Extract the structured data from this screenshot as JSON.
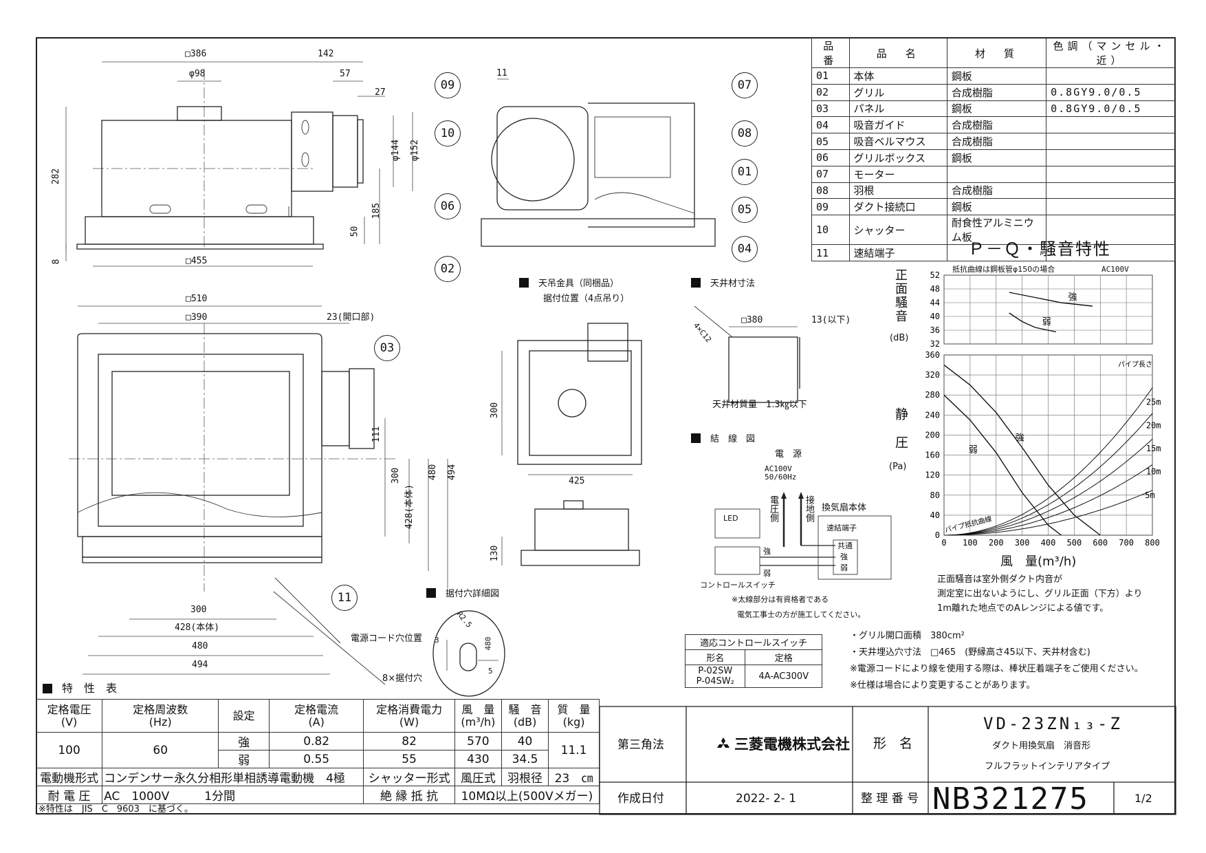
{
  "parts_table": {
    "headers": [
      "品番",
      "品　名",
      "材　質",
      "色調（マンセル・近）"
    ],
    "rows": [
      [
        "01",
        "本体",
        "鋼板",
        ""
      ],
      [
        "02",
        "グリル",
        "合成樹脂",
        "0.8GY9.0/0.5"
      ],
      [
        "03",
        "パネル",
        "鋼板",
        "0.8GY9.0/0.5"
      ],
      [
        "04",
        "吸音ガイド",
        "合成樹脂",
        ""
      ],
      [
        "05",
        "吸音ベルマウス",
        "合成樹脂",
        ""
      ],
      [
        "06",
        "グリルボックス",
        "鋼板",
        ""
      ],
      [
        "07",
        "モーター",
        "",
        ""
      ],
      [
        "08",
        "羽根",
        "合成樹脂",
        ""
      ],
      [
        "09",
        "ダクト接続口",
        "鋼板",
        ""
      ],
      [
        "10",
        "シャッター",
        "耐食性アルミニウム板",
        ""
      ],
      [
        "11",
        "速結端子",
        "",
        ""
      ]
    ]
  },
  "dims_front": {
    "d386": "□386",
    "d142": "142",
    "d98": "φ98",
    "d57": "57",
    "d27": "27",
    "d282": "282",
    "d144": "φ144",
    "d152": "φ152",
    "d185": "185",
    "d50": "50",
    "d8": "8",
    "d455": "□455"
  },
  "dims_plan": {
    "d510": "□510",
    "d390": "□390",
    "d23": "23(開口部)",
    "d111": "111",
    "d300v": "300",
    "d428v": "428(本体)",
    "d480v": "480",
    "d494v": "494",
    "d300": "300",
    "d428": "428(本体)",
    "d480": "480",
    "d494": "494"
  },
  "dims_side": {
    "d11": "11"
  },
  "callouts": [
    "09",
    "10",
    "06",
    "02",
    "07",
    "08",
    "01",
    "05",
    "04",
    "03",
    "11"
  ],
  "callout_texts": {
    "cord": "電源コード穴位置",
    "holes": "8×据付穴"
  },
  "hanger": {
    "title": "天吊金具（同梱品）",
    "subtitle": "据付位置（4点吊り）",
    "d300": "300",
    "d425": "425",
    "d130": "130"
  },
  "ceiling": {
    "title": "天井材寸法",
    "d4c": "4×C12",
    "d380": "□380",
    "d13": "13(以下)",
    "weight": "天井材質量　1.3㎏以下"
  },
  "hole_detail": {
    "title": "据付穴詳細図",
    "r": "R2.5",
    "d3": "3",
    "d480": "480",
    "d5": "5"
  },
  "wiring": {
    "title": "結　線　図",
    "power": "電　源",
    "power_spec1": "AC100V",
    "power_spec2": "50/60Hz",
    "live": "電圧側",
    "ground": "接地側",
    "fan_body": "換気扇本体",
    "terminal": "速結端子",
    "common": "共通",
    "strong": "強",
    "weak": "弱",
    "led": "LED",
    "sw_strong": "強",
    "sw_weak": "弱",
    "switch": "コントロールスイッチ",
    "note1": "※太線部分は有資格者である",
    "note2": "電気工事士の方が施工してください。"
  },
  "control_table": {
    "title": "適応コントロールスイッチ",
    "h1": "形名",
    "h2": "定格",
    "models": "P-02SW",
    "models2": "P-04SW₂",
    "rating": "4A-AC300V"
  },
  "chart_title": "Ｐ－Ｑ・騒音特性",
  "chart_data": {
    "type": "line",
    "title": "Ｐ－Ｑ・騒音特性",
    "note": "抵抗曲線は鋼板管φ150の場合",
    "supply": "AC100V",
    "noise": {
      "ylabel": "正面騒音",
      "yunit": "(dB)",
      "yticks": [
        32,
        36,
        40,
        44,
        48,
        52
      ],
      "ylim": [
        32,
        52
      ],
      "series": [
        {
          "name": "強",
          "x": [
            250,
            350,
            450,
            570
          ],
          "y": [
            47,
            45.5,
            44,
            43
          ]
        },
        {
          "name": "弱",
          "x": [
            250,
            300,
            350,
            430
          ],
          "y": [
            41,
            38.5,
            36.8,
            35.5
          ]
        }
      ]
    },
    "pq": {
      "ylabel": "静圧",
      "yunit": "(Pa)",
      "xlabel": "風　量(m³/h)",
      "xticks": [
        0,
        100,
        200,
        300,
        400,
        500,
        600,
        700,
        800
      ],
      "yticks": [
        0,
        40,
        80,
        120,
        160,
        200,
        240,
        280,
        320,
        360
      ],
      "xlim": [
        0,
        800
      ],
      "ylim": [
        0,
        360
      ],
      "series": [
        {
          "name": "強",
          "x": [
            0,
            100,
            200,
            300,
            400,
            500,
            600
          ],
          "y": [
            340,
            300,
            245,
            175,
            100,
            40,
            0
          ]
        },
        {
          "name": "弱",
          "x": [
            0,
            100,
            200,
            300,
            400,
            450
          ],
          "y": [
            280,
            230,
            165,
            85,
            20,
            0
          ]
        }
      ],
      "resistance_label": "パイプ抵抗曲線",
      "pipe_label": "パイプ長さ",
      "pipe_curves": [
        {
          "name": "25m",
          "k": 0.00046
        },
        {
          "name": "20m",
          "k": 0.00038
        },
        {
          "name": "15m",
          "k": 0.0003
        },
        {
          "name": "10m",
          "k": 0.00022
        },
        {
          "name": "5m",
          "k": 0.00014
        }
      ]
    }
  },
  "chart_notes": [
    "正面騒音は室外側ダクト内音が",
    "測定室に出ないようにし、グリル正面（下方）より",
    "1m離れた地点でのAレンジによる値です。"
  ],
  "spec_notes": [
    "・グリル開口面積　380cm²",
    "・天井埋込穴寸法　□465　(野縁高さ45以下、天井材含む)",
    "※電源コードにより線を使用する際は、棒状圧着端子をご使用ください。",
    "※仕様は場合により変更することがあります。"
  ],
  "spec_table": {
    "title": "特　性　表",
    "headers": [
      "定格電圧\n(V)",
      "定格周波数\n(Hz)",
      "設定",
      "定格電流\n(A)",
      "定格消費電力\n(W)",
      "風　量\n(m³/h)",
      "騒　音\n(dB)",
      "質　量\n(kg)"
    ],
    "voltage": "100",
    "frequency": "60",
    "mass": "11.1",
    "rows": [
      {
        "setting": "強",
        "current": "0.82",
        "power": "82",
        "airflow": "570",
        "noise": "40"
      },
      {
        "setting": "弱",
        "current": "0.55",
        "power": "55",
        "airflow": "430",
        "noise": "34.5"
      }
    ],
    "motor_label": "電動機形式",
    "motor_value": "コンデンサー永久分相形単相誘導電動機　4極",
    "shutter_label": "シャッター形式",
    "shutter_value": "風圧式",
    "blade_label": "羽根径",
    "blade_value": "23　㎝",
    "withstand_label": "耐 電 圧",
    "withstand_value": "AC　1000V　　　1分間",
    "insulation_label": "絶 縁 抵 抗",
    "insulation_value": "10MΩ以上(500Vメガー)",
    "footnote": "※特性は　JIS　C　9603　に基づく。"
  },
  "title_block": {
    "projection": "第三角法",
    "company": "三菱電機株式会社",
    "model_label": "形　名",
    "model": "VD-23ZN₁₃-Z",
    "desc1": "ダクト用換気扇　消音形",
    "desc2": "フルフラットインテリアタイプ",
    "date_label": "作成日付",
    "date": "2022- 2- 1",
    "number_label": "整 理 番 号",
    "number": "NB321275",
    "page": "1/2",
    "brand_color": "#d0021b"
  }
}
